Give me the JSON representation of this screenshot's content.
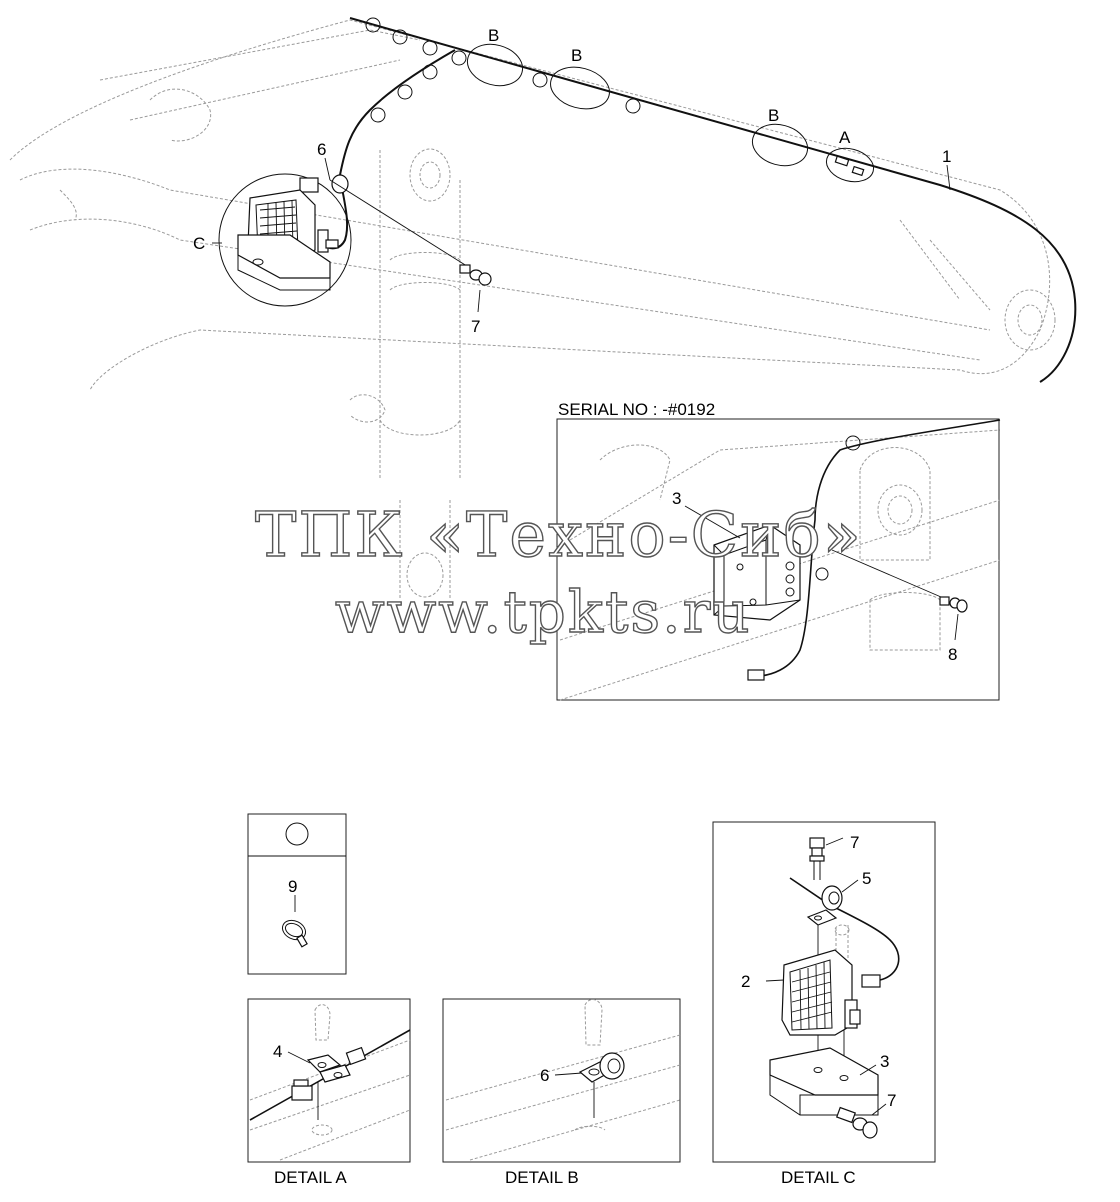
{
  "callouts": {
    "main_1": "1",
    "main_6": "6",
    "main_7": "7",
    "main_c": "C",
    "main_a": "A",
    "main_b1": "B",
    "main_b2": "B",
    "main_b3": "B",
    "serial_3": "3",
    "serial_8": "8",
    "item_9": "9",
    "detail_a_4": "4",
    "detail_b_6": "6",
    "detail_c_7_top": "7",
    "detail_c_5": "5",
    "detail_c_2": "2",
    "detail_c_3": "3",
    "detail_c_7_bottom": "7"
  },
  "serial_label": "SERIAL NO : -#0192",
  "watermark": {
    "line1": "ТПК «Техно-Сиб»",
    "line2": "www.tpkts.ru"
  },
  "captions": {
    "detail_a": "DETAIL  A",
    "detail_b": "DETAIL  B",
    "detail_c": "DETAIL  C"
  }
}
